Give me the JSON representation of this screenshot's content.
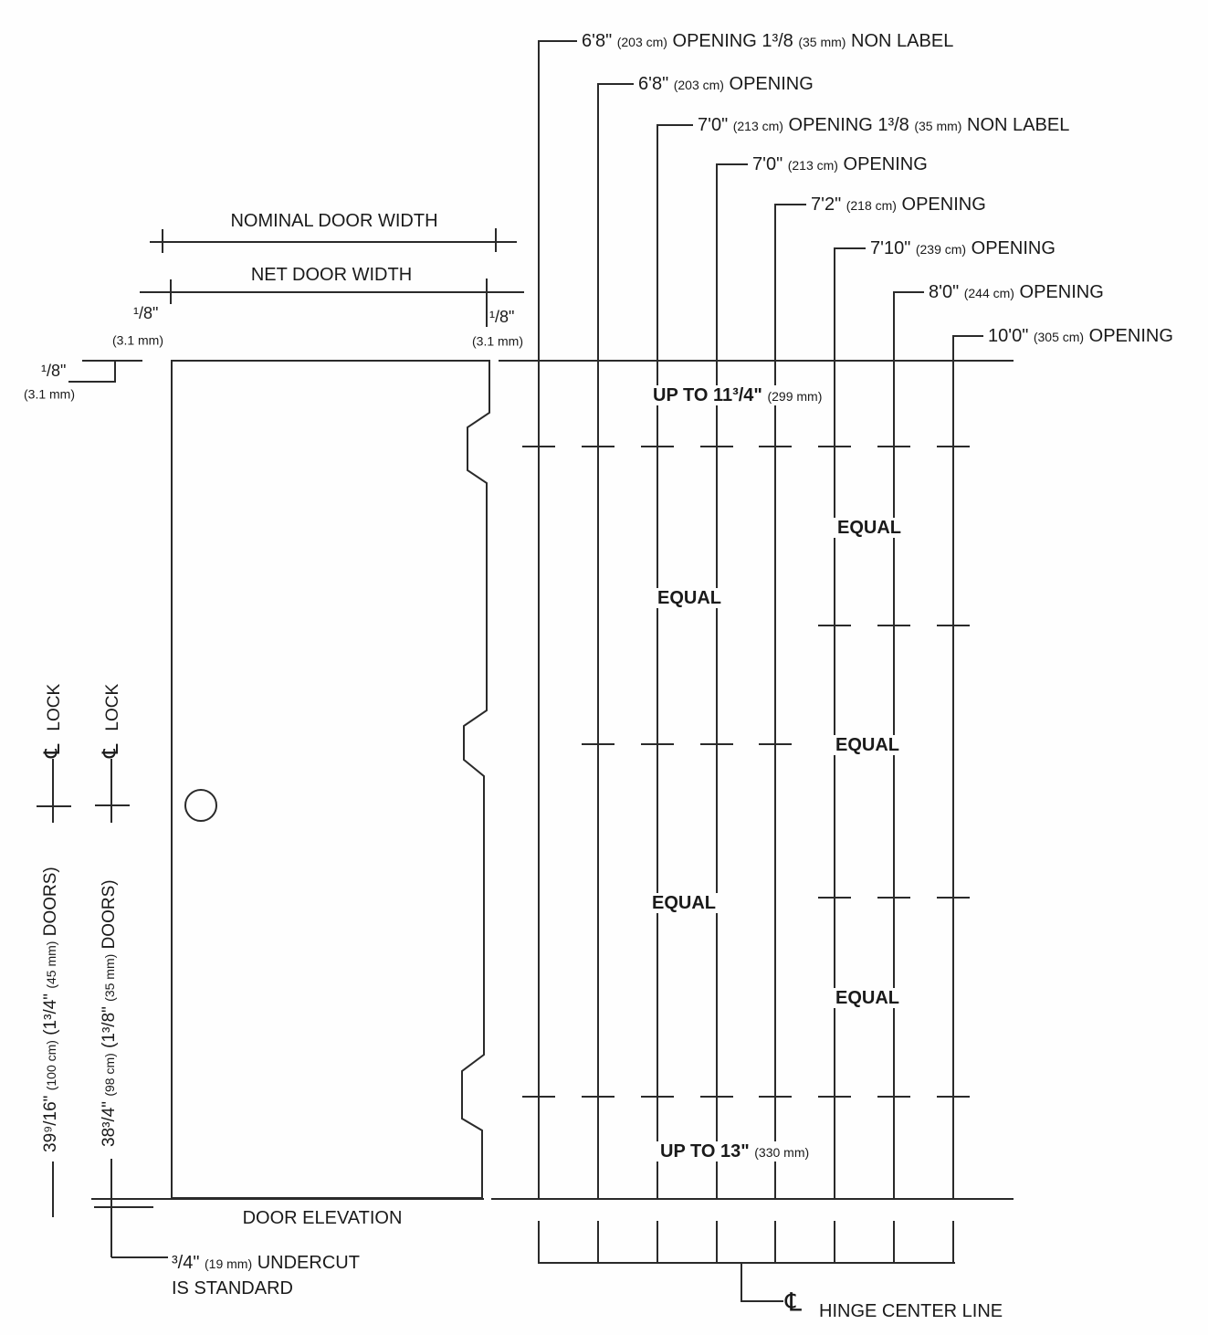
{
  "top_openings": [
    {
      "parts": [
        {
          "t": "6'8\"",
          "s": "lg"
        },
        {
          "t": "(203 cm)",
          "s": "sm"
        },
        {
          "t": "OPENING 1³/8",
          "s": "lg"
        },
        {
          "t": "(35 mm)",
          "s": "sm"
        },
        {
          "t": "NON LABEL",
          "s": "lg"
        }
      ]
    },
    {
      "parts": [
        {
          "t": "6'8\"",
          "s": "lg"
        },
        {
          "t": "(203 cm)",
          "s": "sm"
        },
        {
          "t": "OPENING",
          "s": "lg"
        }
      ]
    },
    {
      "parts": [
        {
          "t": "7'0\"",
          "s": "lg"
        },
        {
          "t": "(213 cm)",
          "s": "sm"
        },
        {
          "t": "OPENING 1³/8",
          "s": "lg"
        },
        {
          "t": "(35 mm)",
          "s": "sm"
        },
        {
          "t": "NON LABEL",
          "s": "lg"
        }
      ]
    },
    {
      "parts": [
        {
          "t": "7'0\"",
          "s": "lg"
        },
        {
          "t": "(213 cm)",
          "s": "sm"
        },
        {
          "t": "OPENING",
          "s": "lg"
        }
      ]
    },
    {
      "parts": [
        {
          "t": "7'2\"",
          "s": "lg"
        },
        {
          "t": "(218 cm)",
          "s": "sm"
        },
        {
          "t": "OPENING",
          "s": "lg"
        }
      ]
    },
    {
      "parts": [
        {
          "t": "7'10\"",
          "s": "lg"
        },
        {
          "t": "(239 cm)",
          "s": "sm"
        },
        {
          "t": "OPENING",
          "s": "lg"
        }
      ]
    },
    {
      "parts": [
        {
          "t": "8'0\"",
          "s": "lg"
        },
        {
          "t": "(244 cm)",
          "s": "sm"
        },
        {
          "t": "OPENING",
          "s": "lg"
        }
      ]
    },
    {
      "parts": [
        {
          "t": "10'0\"",
          "s": "lg"
        },
        {
          "t": "(305 cm)",
          "s": "sm"
        },
        {
          "t": "OPENING",
          "s": "lg"
        }
      ]
    }
  ],
  "widths": {
    "nominal": "NOMINAL DOOR WIDTH",
    "net": "NET DOOR WIDTH"
  },
  "clearance": {
    "frac": "¹/8\"",
    "metric": "(3.1 mm)"
  },
  "zones": {
    "up_to_top_bold": "UP TO 11³/4\"",
    "up_to_top_metric": "(299 mm)",
    "equal": "EQUAL",
    "up_to_bottom_bold": "UP TO 13\"",
    "up_to_bottom_metric": "(330 mm)"
  },
  "lock_columns": [
    {
      "cl": "℄",
      "lock": "LOCK",
      "parts": [
        {
          "t": "39⁹/16\"",
          "s": "lg"
        },
        {
          "t": "(100 cm)",
          "s": "sm"
        },
        {
          "t": "(1³/4\"",
          "s": "lg"
        },
        {
          "t": "(45 mm)",
          "s": "sm"
        },
        {
          "t": "DOORS)",
          "s": "lg"
        }
      ]
    },
    {
      "cl": "℄",
      "lock": "LOCK",
      "parts": [
        {
          "t": "38³/4\"",
          "s": "lg"
        },
        {
          "t": "(98 cm)",
          "s": "sm"
        },
        {
          "t": "(1³/8\"",
          "s": "lg"
        },
        {
          "t": "(35 mm)",
          "s": "sm"
        },
        {
          "t": "DOORS)",
          "s": "lg"
        }
      ]
    }
  ],
  "bottom": {
    "door_elevation": "DOOR ELEVATION",
    "undercut_parts": [
      {
        "t": "³/4\"",
        "s": "lg"
      },
      {
        "t": "(19 mm)",
        "s": "sm"
      },
      {
        "t": "UNDERCUT",
        "s": "lg"
      }
    ],
    "undercut_line2": "IS STANDARD",
    "hinge_cl_symbol": "℄",
    "hinge_cl_text": "HINGE CENTER LINE"
  }
}
